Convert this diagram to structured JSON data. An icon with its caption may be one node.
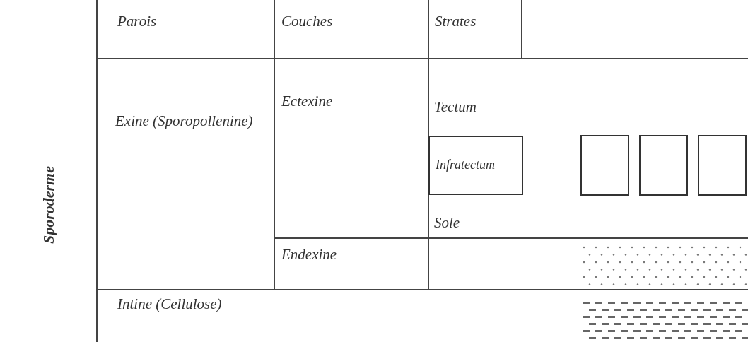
{
  "diagram": {
    "nodes": [
      {
        "text": [
          "Infratectum"
        ]
      }
    ],
    "labels": [
      "Sporoderme",
      "Parois",
      "Couches",
      "Strates",
      "Exine (Sporopollenine)",
      "Ectexine",
      "Tectum",
      "Sole",
      "Endexine",
      "Intine (Cellulose)"
    ]
  }
}
